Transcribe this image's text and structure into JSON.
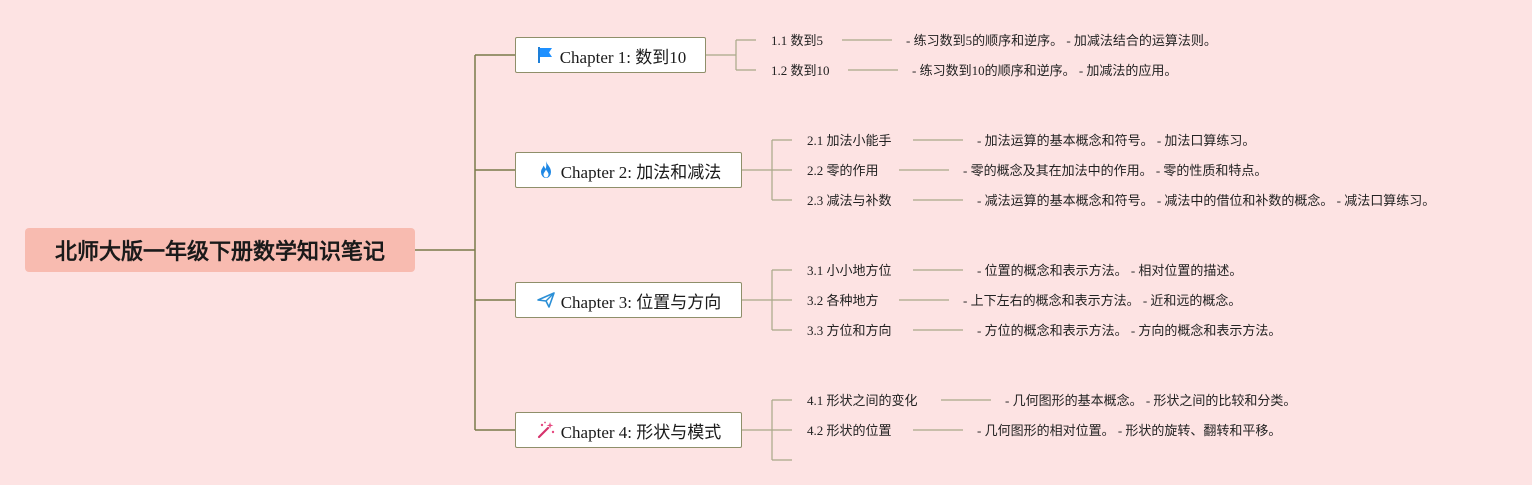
{
  "root": {
    "title": "北师大版一年级下册数学知识笔记"
  },
  "colors": {
    "background": "#fde3e3",
    "root_fill": "#f8bbb0",
    "line": "#7a7a4a",
    "node_border": "#8f8f6a"
  },
  "chapters": [
    {
      "label": "Chapter 1: 数到10",
      "icon": "flag-icon",
      "sections": [
        {
          "title": "1.1 数到5",
          "notes": "- 练习数到5的顺序和逆序。 - 加减法结合的运算法则。"
        },
        {
          "title": "1.2 数到10",
          "notes": "- 练习数到10的顺序和逆序。 - 加减法的应用。"
        }
      ]
    },
    {
      "label": "Chapter 2: 加法和减法",
      "icon": "fire-icon",
      "sections": [
        {
          "title": "2.1 加法小能手",
          "notes": "- 加法运算的基本概念和符号。 - 加法口算练习。"
        },
        {
          "title": "2.2 零的作用",
          "notes": "- 零的概念及其在加法中的作用。 - 零的性质和特点。"
        },
        {
          "title": "2.3 减法与补数",
          "notes": "- 减法运算的基本概念和符号。 - 减法中的借位和补数的概念。 - 减法口算练习。"
        }
      ]
    },
    {
      "label": "Chapter 3: 位置与方向",
      "icon": "paper-plane-icon",
      "sections": [
        {
          "title": "3.1 小小地方位",
          "notes": "- 位置的概念和表示方法。 - 相对位置的描述。"
        },
        {
          "title": "3.2 各种地方",
          "notes": "- 上下左右的概念和表示方法。 - 近和远的概念。"
        },
        {
          "title": "3.3 方位和方向",
          "notes": "- 方位的概念和表示方法。 - 方向的概念和表示方法。"
        }
      ]
    },
    {
      "label": "Chapter 4: 形状与模式",
      "icon": "magic-wand-icon",
      "sections": [
        {
          "title": "4.1 形状之间的变化",
          "notes": "- 几何图形的基本概念。 - 形状之间的比较和分类。"
        },
        {
          "title": "4.2 形状的位置",
          "notes": "- 几何图形的相对位置。 - 形状的旋转、翻转和平移。"
        }
      ]
    }
  ]
}
